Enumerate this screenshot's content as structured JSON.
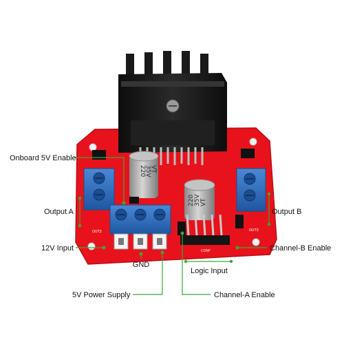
{
  "labels": {
    "onboard_5v_enable": "Onboard 5V Enable",
    "output_a": "Output A",
    "output_b": "Output B",
    "input_12v": "12V Input",
    "channel_b_enable": "Channel-B Enable",
    "gnd": "GND",
    "logic_input": "Logic Input",
    "power_supply_5v": "5V  Power Supply",
    "channel_a_enable": "Channel-A Enable"
  },
  "board": {
    "capacitor_left": {
      "line1": "220",
      "line2": "35V",
      "line3": "VT"
    },
    "capacitor_right": {
      "line1": "220",
      "line2": "35V",
      "line3": "VT"
    },
    "silkscreen": {
      "out2": "OUT2",
      "conf": "CONF",
      "out3": "OUT3"
    }
  },
  "colors": {
    "pcb": "#e8121c",
    "heatsink": "#141414",
    "terminal": "#2f6fc1",
    "annotation": "#39a935",
    "capacitor": "#a8a8a8"
  },
  "icons": {
    "heatsink": "heatsink-icon",
    "capacitor": "capacitor-icon",
    "terminal_block": "screw-terminal-icon",
    "jumper": "jumper-icon",
    "pin_header": "pin-header-icon"
  }
}
